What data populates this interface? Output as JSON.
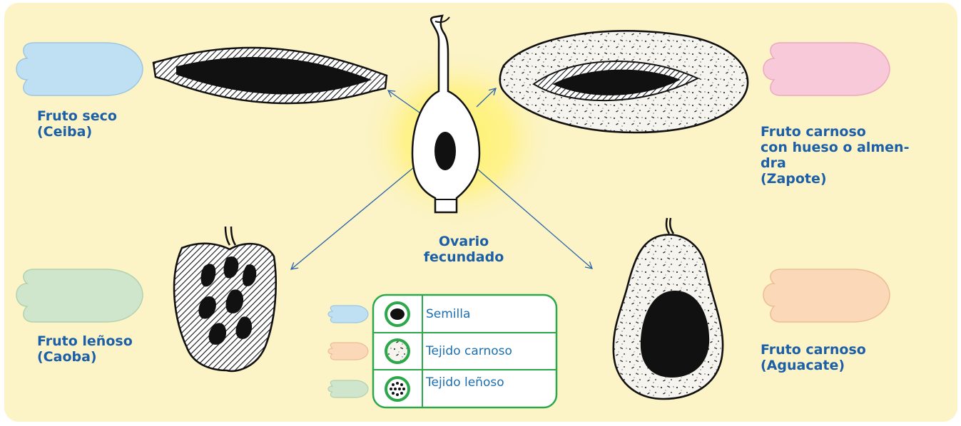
{
  "center": {
    "line1": "Ovario",
    "line2": "fecundado"
  },
  "fruits": {
    "dry": {
      "line1": "Fruto seco",
      "line2": "(Ceiba)"
    },
    "stone": {
      "line1": "Fruto carnoso",
      "line2": "con hueso o almen-",
      "line3": "dra",
      "line4": "(Zapote)"
    },
    "woody": {
      "line1": "Fruto leñoso",
      "line2": "(Caoba)"
    },
    "fleshy": {
      "line1": "Fruto carnoso",
      "line2": "(Aguacate)"
    }
  },
  "legend": {
    "seed": "Semilla",
    "fleshy_tissue": "Tejido carnoso",
    "woody_tissue": "Tejido leñoso"
  },
  "colors": {
    "background": "#fcf3c6",
    "label_text": "#1b5fa8",
    "legend_border": "#2ca84a",
    "arrow_blue": "#bfe0f3",
    "arrow_pink": "#f8c9d9",
    "arrow_green": "#cfe6cd",
    "arrow_orange": "#fbd8b8"
  }
}
